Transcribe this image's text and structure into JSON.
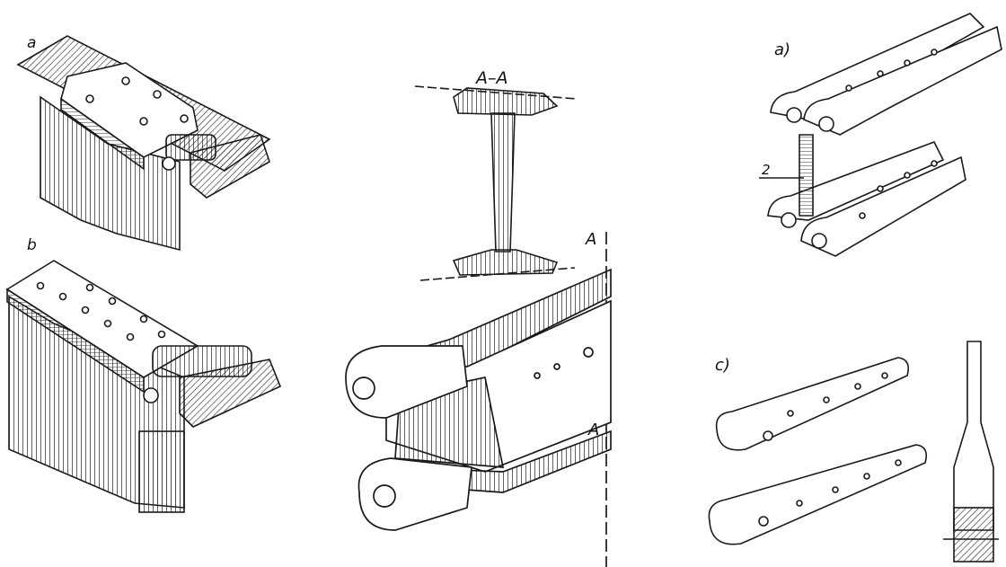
{
  "labels": {
    "fig_a": "a",
    "fig_b": "b",
    "section": "A–A",
    "section_mark_top": "A",
    "section_mark_bottom": "A",
    "fig_a_right": "a)",
    "part_number": "2",
    "fig_c": "c)"
  },
  "colors": {
    "ink": "#1a1a1a",
    "paper": "#ffffff"
  }
}
